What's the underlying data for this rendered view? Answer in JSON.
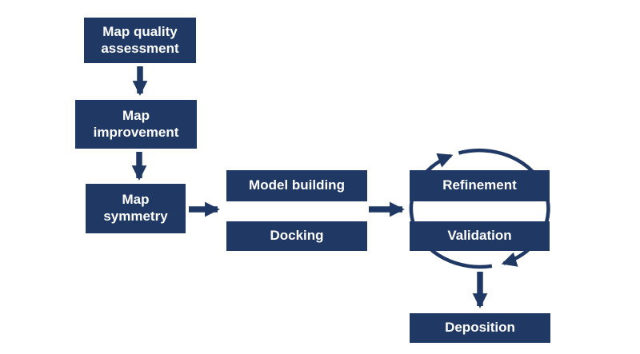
{
  "diagram": {
    "type": "flowchart",
    "background_color": "#FFFFFF",
    "node_fill_color": "#1F3864",
    "node_text_color": "#FFFFFF",
    "arrow_color": "#1F3864",
    "nodes": {
      "map_quality": {
        "label": "Map quality assessment"
      },
      "map_improvement": {
        "label": "Map improvement"
      },
      "map_symmetry": {
        "label": "Map symmetry"
      },
      "model_building": {
        "label": "Model building"
      },
      "docking": {
        "label": "Docking"
      },
      "refinement": {
        "label": "Refinement"
      },
      "validation": {
        "label": "Validation"
      },
      "deposition": {
        "label": "Deposition"
      }
    },
    "groups": [
      {
        "name": "modeling-group",
        "members": [
          "model_building",
          "docking"
        ]
      },
      {
        "name": "iteration-group",
        "members": [
          "refinement",
          "validation"
        ],
        "decoration": "circular-cycle-arrows"
      }
    ],
    "edges": [
      {
        "from": "map_quality",
        "to": "map_improvement",
        "style": "straight-arrow-down"
      },
      {
        "from": "map_improvement",
        "to": "map_symmetry",
        "style": "straight-arrow-down"
      },
      {
        "from": "map_symmetry",
        "to": "modeling-group",
        "style": "straight-arrow-right"
      },
      {
        "from": "modeling-group",
        "to": "iteration-group",
        "style": "straight-arrow-right"
      },
      {
        "from": "refinement",
        "to": "validation",
        "style": "cycle-loop-arrows"
      },
      {
        "from": "iteration-group",
        "to": "deposition",
        "style": "straight-arrow-down"
      }
    ]
  }
}
